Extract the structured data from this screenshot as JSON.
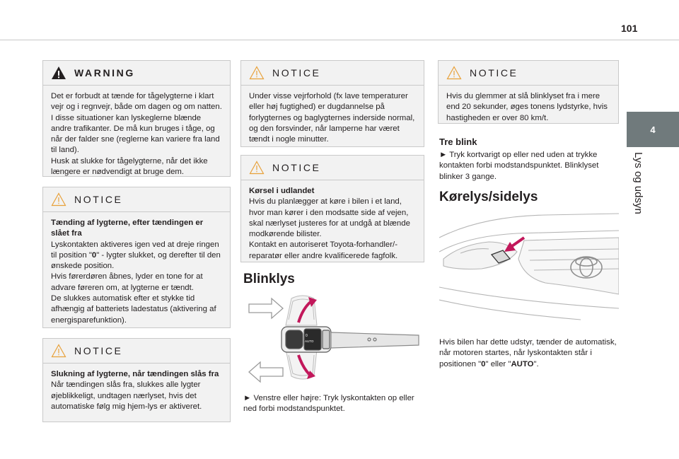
{
  "page_number": "101",
  "side_tab": {
    "chapter": "4",
    "label": "Lys og udsyn"
  },
  "col1": {
    "warning": {
      "title": "WARNING",
      "text": "Det er forbudt at tænde for tågelygterne i klart vejr og i regnvejr, både om dagen og om natten. I disse situationer kan lyskeglerne blænde andre trafikanter. De må kun bruges i tåge, og når der falder sne (reglerne kan variere fra land til land).",
      "text2": "Husk at slukke for tågelygterne, når det ikke længere er nødvendigt at bruge dem."
    },
    "notice1": {
      "title": "NOTICE",
      "lead": "Tænding af lygterne, efter tændingen er slået fra",
      "line1_pre": "Lyskontakten aktiveres igen ved at dreje ringen til position \"",
      "line1_bold": "0",
      "line1_post": "\" - lygter slukket, og derefter til den ønskede position.",
      "line2": "Hvis førerdøren åbnes, lyder en tone for at advare føreren om, at lygterne er tændt.",
      "line3": "De slukkes automatisk efter et stykke tid afhængig af batteriets ladestatus (aktivering af energisparefunktion)."
    },
    "notice2": {
      "title": "NOTICE",
      "lead": "Slukning af lygterne, når tændingen slås fra",
      "text": "Når tændingen slås fra, slukkes alle lygter øjeblikkeligt, undtagen nærlyset, hvis det automatiske følg mig hjem-lys er aktiveret."
    }
  },
  "col2": {
    "notice1": {
      "title": "NOTICE",
      "text": "Under visse vejrforhold (fx lave temperaturer eller høj fugtighed) er dugdannelse på forlygternes og baglygternes inderside normal, og den forsvinder, når lamperne har været tændt i nogle minutter."
    },
    "notice2": {
      "title": "NOTICE",
      "lead": "Kørsel i udlandet",
      "text": "Hvis du planlægger at køre i bilen i et land, hvor man kører i den modsatte side af vejen, skal nærlyset justeres for at undgå at blænde modkørende bilister.",
      "text2": "Kontakt en autoriseret Toyota-forhandler/-reparatør eller andre kvalificerede fagfolk."
    },
    "heading": "Blinklys",
    "stalk_labels": {
      "auto": "AUTO",
      "zero": "0"
    },
    "caption": "► Venstre eller højre: Tryk lyskontakten op eller ned forbi modstandspunktet."
  },
  "col3": {
    "notice": {
      "title": "NOTICE",
      "text": "Hvis du glemmer at slå blinklyset fra i mere end 20 sekunder, øges tonens lydstyrke, hvis hastigheden er over 80 km/t."
    },
    "subheading": "Tre blink",
    "tre_blink_text": "► Tryk kortvarigt op eller ned uden at trykke kontakten forbi modstandspunktet. Blinklyset blinker 3 gange.",
    "heading": "Kørelys/sidelys",
    "body_pre": "Hvis bilen har dette udstyr, tænder de automatisk, når motoren startes, når lyskontakten står i positionen \"",
    "body_b1": "0",
    "body_mid": "\" eller \"",
    "body_b2": "AUTO",
    "body_post": "\"."
  },
  "colors": {
    "arrow": "#c2185b",
    "box_bg": "#f2f2f2",
    "tab": "#707a7c"
  }
}
